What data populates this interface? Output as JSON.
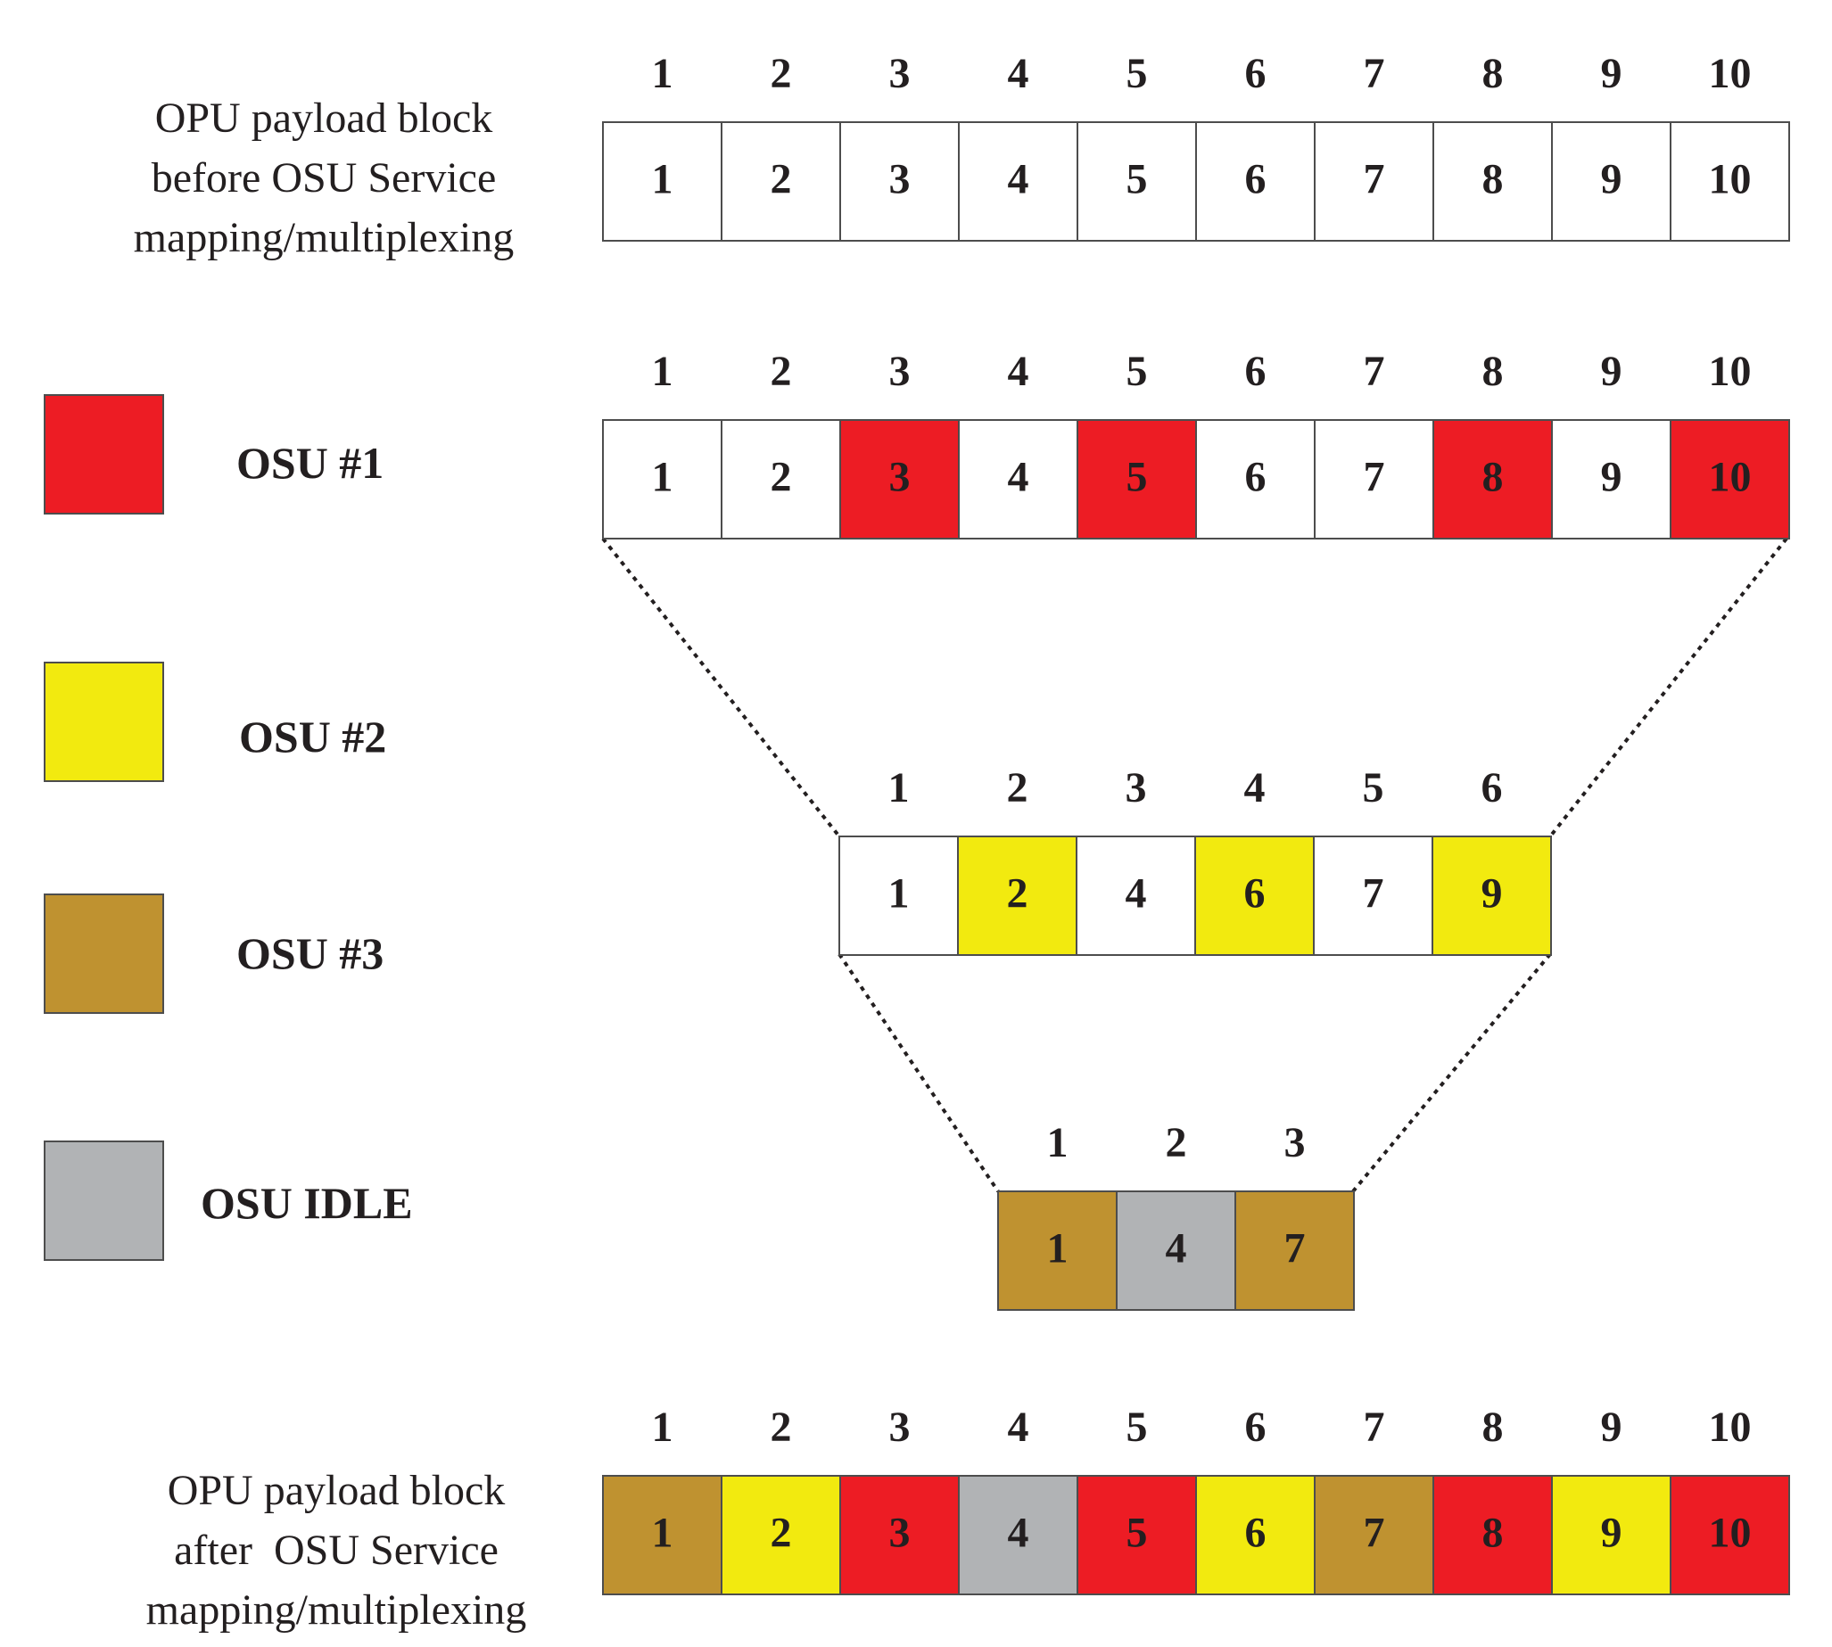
{
  "colors": {
    "osu1": "#ed1c24",
    "osu2": "#f2ea0f",
    "osu3": "#bf9230",
    "idle": "#b1b3b5",
    "empty": "#ffffff"
  },
  "legend": [
    {
      "key": "osu1",
      "label": "OSU #1",
      "color": "#ed1c24"
    },
    {
      "key": "osu2",
      "label": "OSU #2",
      "color": "#f2ea0f"
    },
    {
      "key": "osu3",
      "label": "OSU #3",
      "color": "#bf9230"
    },
    {
      "key": "idle",
      "label": "OSU IDLE",
      "color": "#b1b3b5"
    }
  ],
  "captions": {
    "before": [
      "OPU payload block",
      "before OSU Service",
      "mapping/multiplexing"
    ],
    "after": [
      "OPU payload block",
      "after  OSU Service",
      "mapping/multiplexing"
    ]
  },
  "rows": [
    {
      "id": "before",
      "indices": [
        "1",
        "2",
        "3",
        "4",
        "5",
        "6",
        "7",
        "8",
        "9",
        "10"
      ],
      "cells": [
        {
          "value": "1",
          "fill": "empty"
        },
        {
          "value": "2",
          "fill": "empty"
        },
        {
          "value": "3",
          "fill": "empty"
        },
        {
          "value": "4",
          "fill": "empty"
        },
        {
          "value": "5",
          "fill": "empty"
        },
        {
          "value": "6",
          "fill": "empty"
        },
        {
          "value": "7",
          "fill": "empty"
        },
        {
          "value": "8",
          "fill": "empty"
        },
        {
          "value": "9",
          "fill": "empty"
        },
        {
          "value": "10",
          "fill": "empty"
        }
      ]
    },
    {
      "id": "osu1-level",
      "indices": [
        "1",
        "2",
        "3",
        "4",
        "5",
        "6",
        "7",
        "8",
        "9",
        "10"
      ],
      "cells": [
        {
          "value": "1",
          "fill": "empty"
        },
        {
          "value": "2",
          "fill": "empty"
        },
        {
          "value": "3",
          "fill": "osu1"
        },
        {
          "value": "4",
          "fill": "empty"
        },
        {
          "value": "5",
          "fill": "osu1"
        },
        {
          "value": "6",
          "fill": "empty"
        },
        {
          "value": "7",
          "fill": "empty"
        },
        {
          "value": "8",
          "fill": "osu1"
        },
        {
          "value": "9",
          "fill": "empty"
        },
        {
          "value": "10",
          "fill": "osu1"
        }
      ]
    },
    {
      "id": "osu2-level",
      "indices": [
        "1",
        "2",
        "3",
        "4",
        "5",
        "6"
      ],
      "cells": [
        {
          "value": "1",
          "fill": "empty"
        },
        {
          "value": "2",
          "fill": "osu2"
        },
        {
          "value": "4",
          "fill": "empty"
        },
        {
          "value": "6",
          "fill": "osu2"
        },
        {
          "value": "7",
          "fill": "empty"
        },
        {
          "value": "9",
          "fill": "osu2"
        }
      ]
    },
    {
      "id": "osu3-level",
      "indices": [
        "1",
        "2",
        "3"
      ],
      "cells": [
        {
          "value": "1",
          "fill": "osu3"
        },
        {
          "value": "4",
          "fill": "idle"
        },
        {
          "value": "7",
          "fill": "osu3"
        }
      ]
    },
    {
      "id": "after",
      "indices": [
        "1",
        "2",
        "3",
        "4",
        "5",
        "6",
        "7",
        "8",
        "9",
        "10"
      ],
      "cells": [
        {
          "value": "1",
          "fill": "osu3"
        },
        {
          "value": "2",
          "fill": "osu2"
        },
        {
          "value": "3",
          "fill": "osu1"
        },
        {
          "value": "4",
          "fill": "idle"
        },
        {
          "value": "5",
          "fill": "osu1"
        },
        {
          "value": "6",
          "fill": "osu2"
        },
        {
          "value": "7",
          "fill": "osu3"
        },
        {
          "value": "8",
          "fill": "osu1"
        },
        {
          "value": "9",
          "fill": "osu2"
        },
        {
          "value": "10",
          "fill": "osu1"
        }
      ]
    }
  ]
}
